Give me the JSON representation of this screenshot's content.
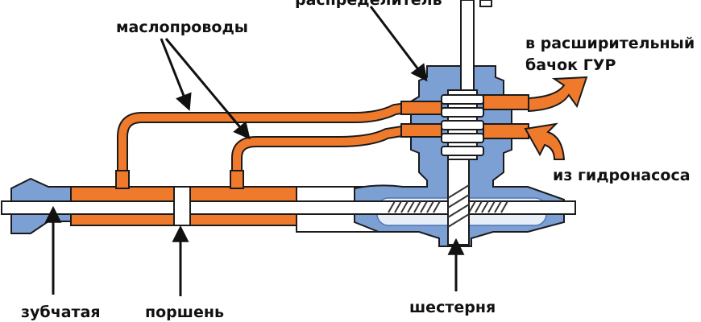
{
  "labels": {
    "distributor": "распределитель",
    "oil_lines": "маслопроводы",
    "to_reservoir_line1": "в расширительный",
    "to_reservoir_line2": "бачок ГУР",
    "from_pump": "из гидронасоса",
    "rack": "зубчатая",
    "piston": "поршень",
    "pinion": "шестерня"
  },
  "colors": {
    "oil": "#f07a2b",
    "housing": "#7c9fd4",
    "housing_dark": "#4e74b4",
    "outline": "#1b1b1b",
    "rod": "#ffffff",
    "text": "#111111"
  }
}
